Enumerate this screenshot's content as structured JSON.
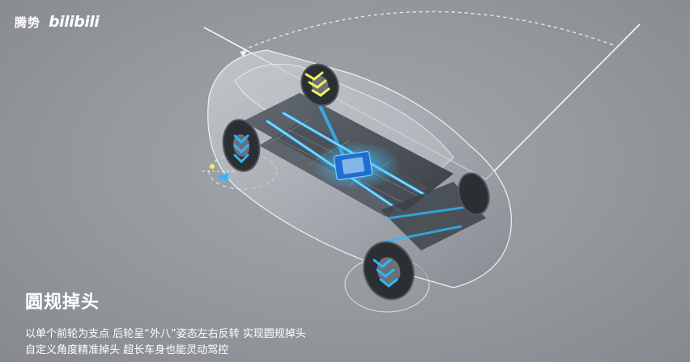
{
  "brand": {
    "text": "腾势",
    "logo": "bilibili"
  },
  "caption": {
    "title": "圆规掉头",
    "lines": [
      "以单个前轮为支点  后轮呈“外八”姿态左右反转  实现圆规掉头",
      "自定义角度精准掉头  超长车身也能灵动驾控"
    ]
  },
  "colors": {
    "background": "#969a9f",
    "accent": "#2fb6ff",
    "tire_arrow": "#f2f05a",
    "text": "#ffffff"
  },
  "icons": [
    "car-illustration",
    "rotation-arc",
    "tire-direction-arrows",
    "pivot-marker"
  ]
}
